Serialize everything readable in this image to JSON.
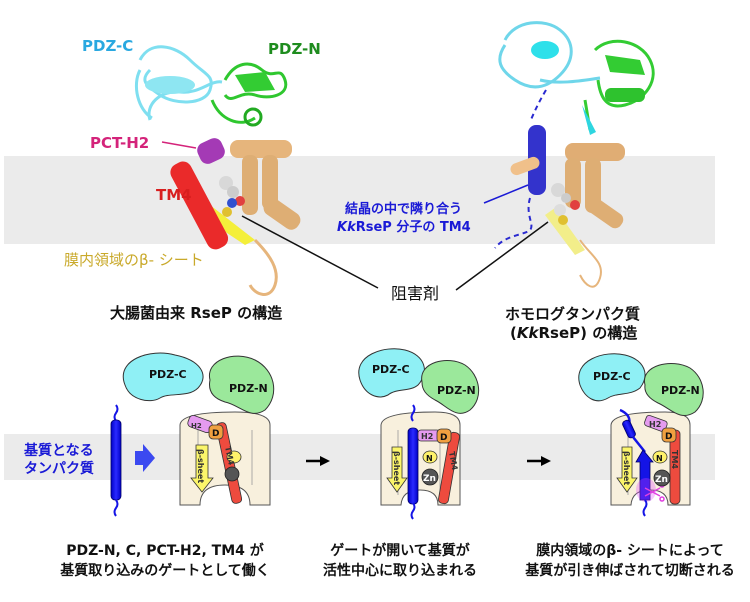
{
  "top": {
    "left_structure": {
      "labels": {
        "pdz_c": "PDZ-C",
        "pdz_n": "PDZ-N",
        "pct_h2": "PCT-H2",
        "tm4": "TM4",
        "beta_sheet": "膜内領域のβ- シート"
      },
      "title": "大腸菌由来 RseP の構造"
    },
    "right_structure": {
      "neighbor_tm4_line1": "結晶の中で隣り合う",
      "neighbor_tm4_line2_italic": "Kk",
      "neighbor_tm4_line2_rest": "RseP 分子の TM4",
      "title_line1": "ホモログタンパク質",
      "title_line2_open": "(",
      "title_line2_italic": "Kk",
      "title_line2_rest": "RseP) の構造"
    },
    "inhibitor_label": "阻害剤"
  },
  "colors": {
    "pdz_c_text": "#29a8e0",
    "pdz_n_text": "#1e8c1e",
    "pct_h2_text": "#d4237a",
    "tm4_text": "#d81f1f",
    "beta_text": "#c9a92a",
    "blue_text": "#1a1ad6",
    "membrane": "#ebebeb",
    "pdz_c_fill": "#8ff0f5",
    "pdz_n_fill": "#9be89b",
    "body_fill": "#f7efdc",
    "tm4_fill": "#ee4b3e",
    "h2_fill": "#e59bef",
    "d_fill": "#f0a040",
    "n_fill": "#fff26a",
    "zn_fill": "#555555",
    "beta_arrow_fill": "#fbf56a",
    "substrate": "#1414e6"
  },
  "bottom": {
    "substrate_label_line1": "基質となる",
    "substrate_label_line2": "タンパク質",
    "cartoon_labels": {
      "pdz_c": "PDZ-C",
      "pdz_n": "PDZ-N",
      "h2": "H2",
      "d": "D",
      "tm4": "TM4",
      "n": "N",
      "zn": "Zn",
      "beta_sheet": "β-sheet"
    },
    "steps": [
      {
        "caption_line1": "PDZ-N, C, PCT-H2, TM4 が",
        "caption_line2": "基質取り込みのゲートとして働く"
      },
      {
        "caption_line1": "ゲートが開いて基質が",
        "caption_line2": "活性中心に取り込まれる"
      },
      {
        "caption_line1": "膜内領域のβ- シートによって",
        "caption_line2": "基質が引き伸ばされて切断される"
      }
    ]
  }
}
